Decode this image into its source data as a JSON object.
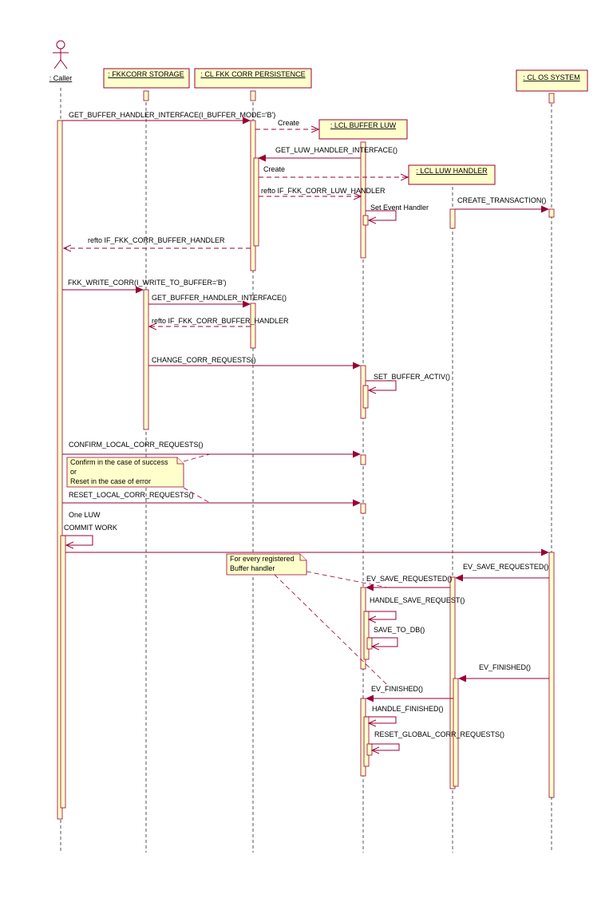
{
  "participants": [
    {
      "id": "caller",
      "label": ": Caller",
      "kind": "actor"
    },
    {
      "id": "storage",
      "label": ": FKKCORR STORAGE",
      "kind": "object"
    },
    {
      "id": "persistence",
      "label": ": CL FKK CORR PERSISTENCE",
      "kind": "object"
    },
    {
      "id": "luw",
      "label": ": LCL BUFFER LUW",
      "kind": "object"
    },
    {
      "id": "luwhandler",
      "label": ": LCL LUW HANDLER",
      "kind": "object"
    },
    {
      "id": "ossystem",
      "label": ": CL OS SYSTEM",
      "kind": "object"
    }
  ],
  "messages": [
    {
      "id": "m1",
      "label": "GET_BUFFER_HANDLER_INTERFACE(I_BUFFER_MODE='B')"
    },
    {
      "id": "m2",
      "label": "Create"
    },
    {
      "id": "m3",
      "label": "GET_LUW_HANDLER_INTERFACE()"
    },
    {
      "id": "m4",
      "label": "Create"
    },
    {
      "id": "m5",
      "label": "refto IF_FKK_CORR_LUW_HANDLER"
    },
    {
      "id": "m6",
      "label": "CREATE_TRANSACTION()"
    },
    {
      "id": "m7",
      "label": "Set Event Handler"
    },
    {
      "id": "m8",
      "label": "refto IF_FKK_CORR_BUFFER_HANDLER"
    },
    {
      "id": "m9",
      "label": "FKK_WRITE_CORR(I_WRITE_TO_BUFFER='B')"
    },
    {
      "id": "m10",
      "label": "GET_BUFFER_HANDLER_INTERFACE()"
    },
    {
      "id": "m11",
      "label": "refto IF_FKK_CORR_BUFFER_HANDLER"
    },
    {
      "id": "m12",
      "label": "CHANGE_CORR_REQUESTS()"
    },
    {
      "id": "m13",
      "label": "SET_BUFFER_ACTIV()"
    },
    {
      "id": "m14",
      "label": "CONFIRM_LOCAL_CORR_REQUESTS()"
    },
    {
      "id": "m15",
      "label": "RESET_LOCAL_CORR_REQUESTS()"
    },
    {
      "id": "m16",
      "label": "COMMIT WORK"
    },
    {
      "id": "m17",
      "label": "EV_SAVE_REQUESTED()"
    },
    {
      "id": "m18",
      "label": "EV_SAVE_REQUESTED()"
    },
    {
      "id": "m19",
      "label": "HANDLE_SAVE_REQUEST()"
    },
    {
      "id": "m20",
      "label": "SAVE_TO_DB()"
    },
    {
      "id": "m21",
      "label": "EV_FINISHED()"
    },
    {
      "id": "m22",
      "label": "EV_FINISHED()"
    },
    {
      "id": "m23",
      "label": "HANDLE_FINISHED()"
    },
    {
      "id": "m24",
      "label": "RESET_GLOBAL_CORR_REQUESTS()"
    }
  ],
  "notes": [
    {
      "id": "n1",
      "lines": [
        "Confirm in the case of success",
        "or",
        "Reset in the case of error"
      ]
    },
    {
      "id": "n2",
      "lines": [
        "For every registered",
        "Buffer handler"
      ]
    }
  ],
  "labels": {
    "one_luw": "One LUW"
  }
}
